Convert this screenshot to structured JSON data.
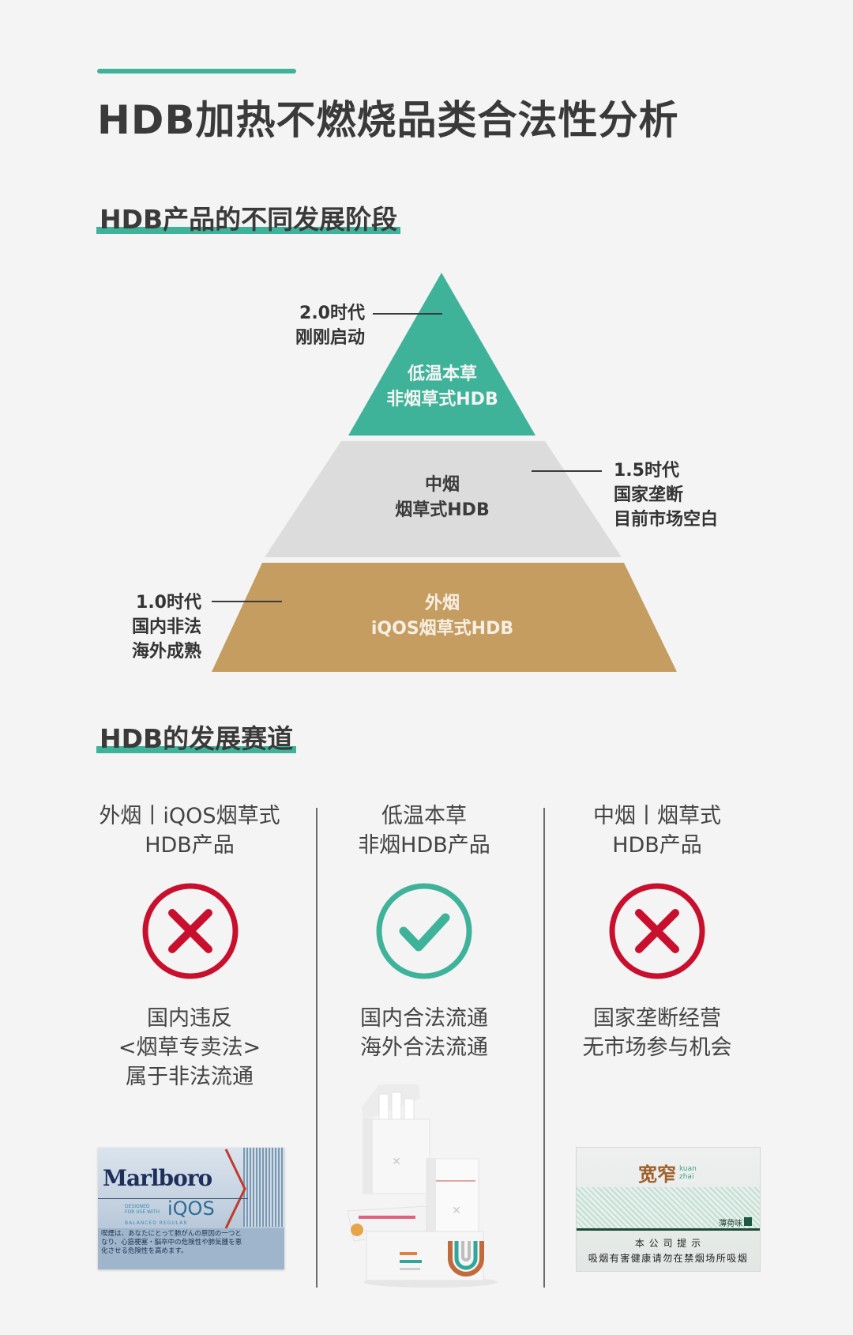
{
  "header": {
    "title": "HDB加热不燃烧品类合法性分析"
  },
  "section_stages": {
    "heading": "HDB产品的不同发展阶段",
    "pyramid": {
      "tiers": [
        {
          "id": "top",
          "line1": "低温本草",
          "line2": "非烟草式HDB",
          "color": "#3fb39a",
          "text_color": "#f4f4f4"
        },
        {
          "id": "middle",
          "line1": "中烟",
          "line2": "烟草式HDB",
          "color": "#dcdcdc",
          "text_color": "#3b3b3b"
        },
        {
          "id": "bottom",
          "line1": "外烟",
          "line2": "iQOS烟草式HDB",
          "color": "#c59d61",
          "text_color": "#f7efe3"
        }
      ],
      "eras": [
        {
          "era": "2.0时代",
          "line2": "刚刚启动",
          "line3": ""
        },
        {
          "era": "1.5时代",
          "line2": "国家垄断",
          "line3": "目前市场空白"
        },
        {
          "era": "1.0时代",
          "line2": "国内非法",
          "line3": "海外成熟"
        }
      ]
    }
  },
  "section_tracks": {
    "heading": "HDB的发展赛道",
    "lanes": [
      {
        "title1": "外烟丨iQOS烟草式",
        "title2": "HDB产品",
        "status": "cross",
        "status_color": "#c8102e",
        "desc": [
          "国内违反",
          "<烟草专卖法>",
          "属于非法流通"
        ],
        "product": {
          "brand": "Marlboro",
          "sub1": "DESIGNED",
          "sub2": "FOR USE WITH",
          "logo": "iQOS",
          "variant": "BALANCED REGULAR",
          "warning1": "喫煙は、あなたにとって肺がんの原因の一つと",
          "warning2": "なり、心筋梗塞・脳卒中の危険性や肺気腫を悪",
          "warning3": "化させる危険性を高めます。"
        }
      },
      {
        "title1": "低温本草",
        "title2": "非烟HDB产品",
        "status": "check",
        "status_color": "#3fb39a",
        "desc": [
          "国内合法流通",
          "海外合法流通"
        ],
        "product": {}
      },
      {
        "title1": "中烟丨烟草式",
        "title2": "HDB产品",
        "status": "cross",
        "status_color": "#c8102e",
        "desc": [
          "国家垄断经营",
          "无市场参与机会"
        ],
        "product": {
          "brand": "宽窄",
          "brand_pinyin1": "kuan",
          "brand_pinyin2": "zhai",
          "flavor": "薄荷味",
          "notice_title": "本 公 司 提 示",
          "notice": "吸烟有害健康请勿在禁烟场所吸烟"
        }
      }
    ]
  }
}
